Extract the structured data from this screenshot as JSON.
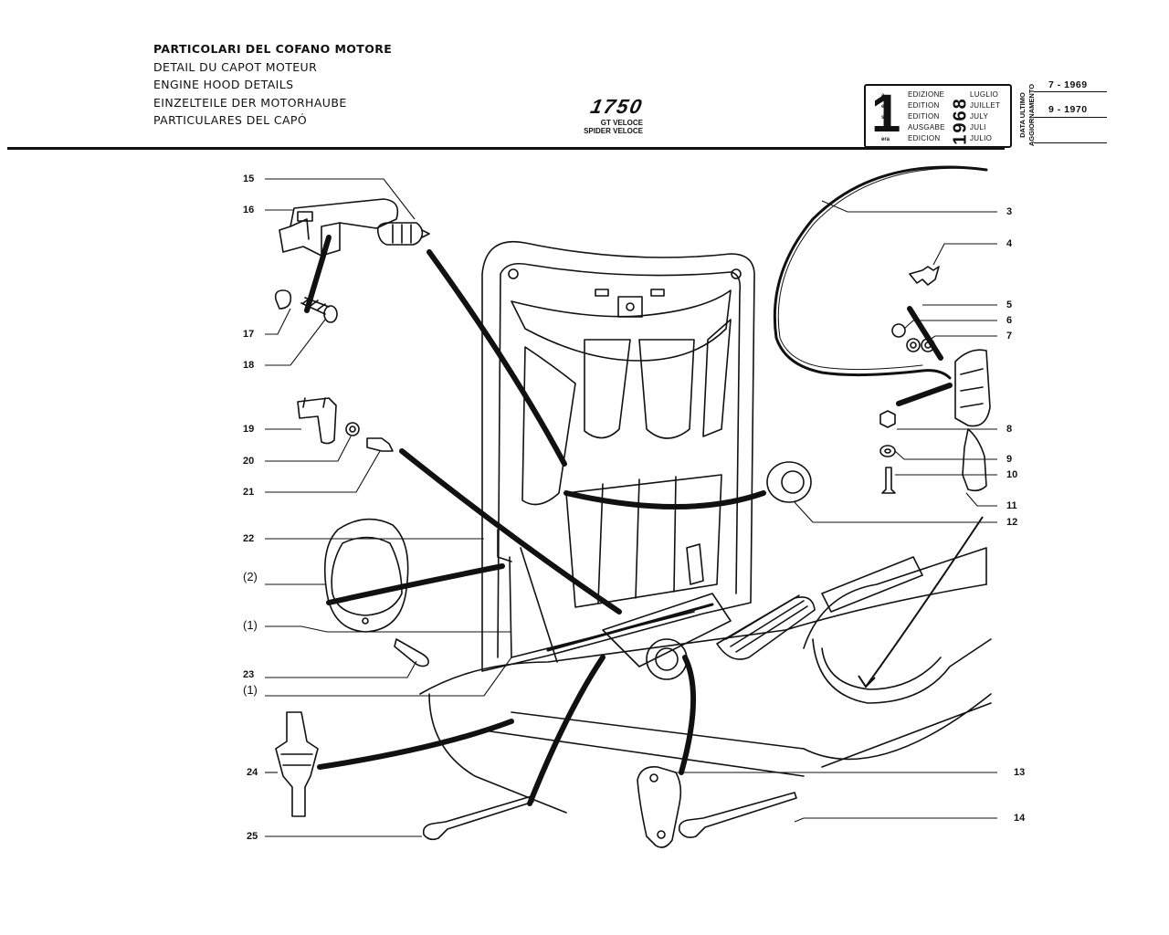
{
  "header": {
    "titles": [
      "PARTICOLARI DEL COFANO MOTORE",
      "DETAIL DU CAPOT MOTEUR",
      "ENGINE HOOD DETAILS",
      "EINZELTEILE DER MOTORHAUBE",
      "PARTICULARES DEL CAPÓ"
    ],
    "model": "1750",
    "variants": [
      "GT VELOCE",
      "SPIDER VELOCE"
    ]
  },
  "edition": {
    "number": "1",
    "ordinals": [
      "a",
      "ere",
      "st",
      ".",
      "era"
    ],
    "labels": [
      "EDIZIONE",
      "EDITION",
      "EDITION",
      "AUSGABE",
      "EDICION"
    ],
    "year": "1968",
    "months": [
      "LUGLIO",
      "JUILLET",
      "JULY",
      "JULI",
      "JULIO"
    ]
  },
  "updates": {
    "label_lines": [
      "DATA ULTIMO",
      "AGGIORNAMENTO"
    ],
    "dates": [
      "7 - 1969",
      "9 - 1970"
    ]
  },
  "callouts": {
    "left": [
      "15",
      "16",
      "17",
      "18",
      "19",
      "20",
      "21",
      "22",
      "(2)",
      "(1)",
      "23",
      "(1)",
      "24",
      "25"
    ],
    "right": [
      "3",
      "4",
      "5",
      "6",
      "7",
      "8",
      "9",
      "10",
      "11",
      "12",
      "13",
      "14"
    ]
  },
  "colors": {
    "ink": "#111111",
    "paper": "#ffffff"
  }
}
